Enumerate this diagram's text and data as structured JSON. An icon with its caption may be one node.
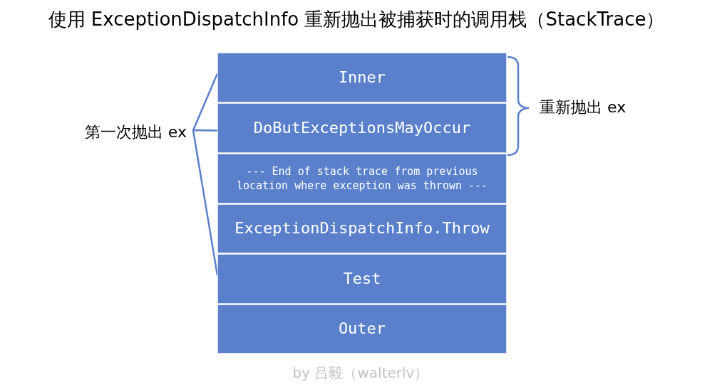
{
  "diagram": {
    "title": "使用 ExceptionDispatchInfo 重新抛出被捕获时的调用栈（StackTrace）",
    "nodes": [
      {
        "text": [
          "Inner"
        ]
      },
      {
        "text": [
          "DoButExceptionsMayOccur"
        ]
      },
      {
        "text": [
          "--- End of stack trace from previous location where exception was thrown ---"
        ]
      },
      {
        "text": [
          "ExceptionDispatchInfo.Throw"
        ]
      },
      {
        "text": [
          "Test"
        ]
      },
      {
        "text": [
          "Outer"
        ]
      },
      {
        "text": [
          "第一次抛出 ex"
        ]
      }
    ],
    "edges": [
      {
        "from": 6,
        "to": 0,
        "arrow": "none"
      },
      {
        "from": 6,
        "to": 1,
        "arrow": "none"
      },
      {
        "from": 6,
        "to": 4,
        "arrow": "none"
      }
    ],
    "labels": [
      "重新抛出 ex",
      "by 吕毅（walterlv）"
    ]
  }
}
